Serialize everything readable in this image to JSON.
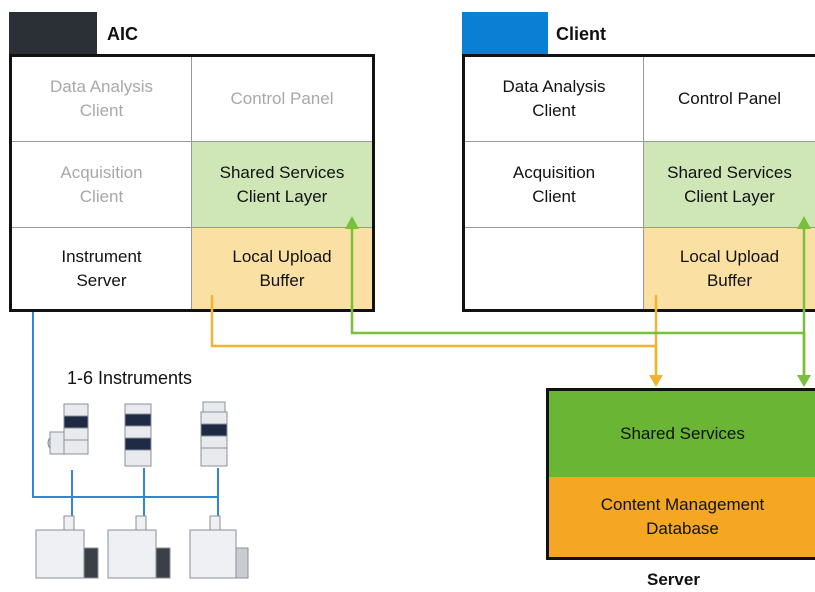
{
  "aic": {
    "title": "AIC",
    "header_color": "#2b2f36",
    "cells": {
      "data_analysis": "Data Analysis\nClient",
      "control_panel": "Control Panel",
      "acquisition": "Acquisition\nClient",
      "shared_services": "Shared Services\nClient Layer",
      "instrument_server": "Instrument\nServer",
      "local_upload": "Local Upload\nBuffer"
    }
  },
  "client": {
    "title": "Client",
    "header_color": "#0a7fd4",
    "cells": {
      "data_analysis": "Data Analysis\nClient",
      "control_panel": "Control Panel",
      "acquisition": "Acquisition\nClient",
      "shared_services": "Shared Services\nClient Layer",
      "empty": "",
      "local_upload": "Local Upload\nBuffer"
    }
  },
  "instruments": {
    "label": "1-6 Instruments"
  },
  "server": {
    "title": "Server",
    "shared_services": "Shared Services",
    "content_db": "Content Management\nDatabase"
  },
  "colors": {
    "green_light": "#cfe6b6",
    "orange_light": "#fbe0a4",
    "green": "#6ab533",
    "orange": "#f5a623",
    "green_line": "#78bf3c",
    "orange_line": "#f0b432",
    "blue_line": "#2f88cf",
    "disabled_text": "#a8a8a8",
    "text": "#111111"
  }
}
